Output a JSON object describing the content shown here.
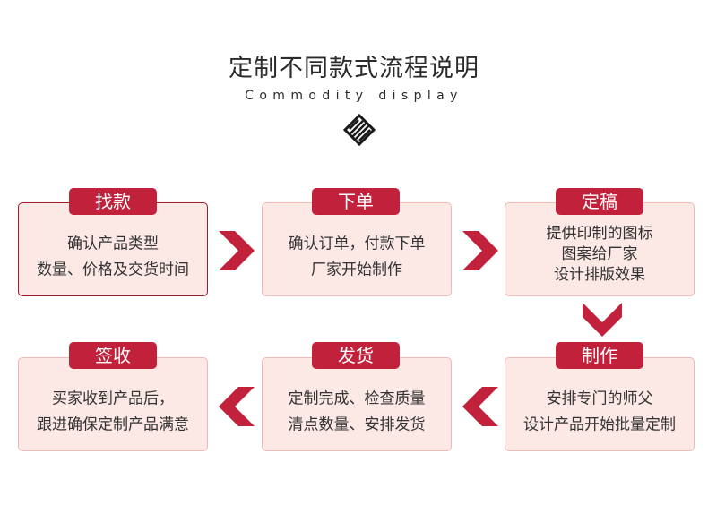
{
  "header": {
    "title": "定制不同款式流程说明",
    "subtitle": "Commodity display"
  },
  "colors": {
    "accent": "#c1213a",
    "card_bg": "#fce8e5",
    "card_border": "#eebab5"
  },
  "steps": [
    {
      "label": "找款",
      "lines": [
        "确认产品类型",
        "数量、价格及交货时间"
      ]
    },
    {
      "label": "下单",
      "lines": [
        "确认订单，付款下单",
        "厂家开始制作"
      ]
    },
    {
      "label": "定稿",
      "lines": [
        "提供印制的图标",
        "图案给厂家",
        "设计排版效果"
      ]
    },
    {
      "label": "制作",
      "lines": [
        "安排专门的师父",
        "设计产品开始批量定制"
      ]
    },
    {
      "label": "发货",
      "lines": [
        "定制完成、检查质量",
        "清点数量、安排发货"
      ]
    },
    {
      "label": "签收",
      "lines": [
        "买家收到产品后，",
        "跟进确保定制产品满意"
      ]
    }
  ]
}
